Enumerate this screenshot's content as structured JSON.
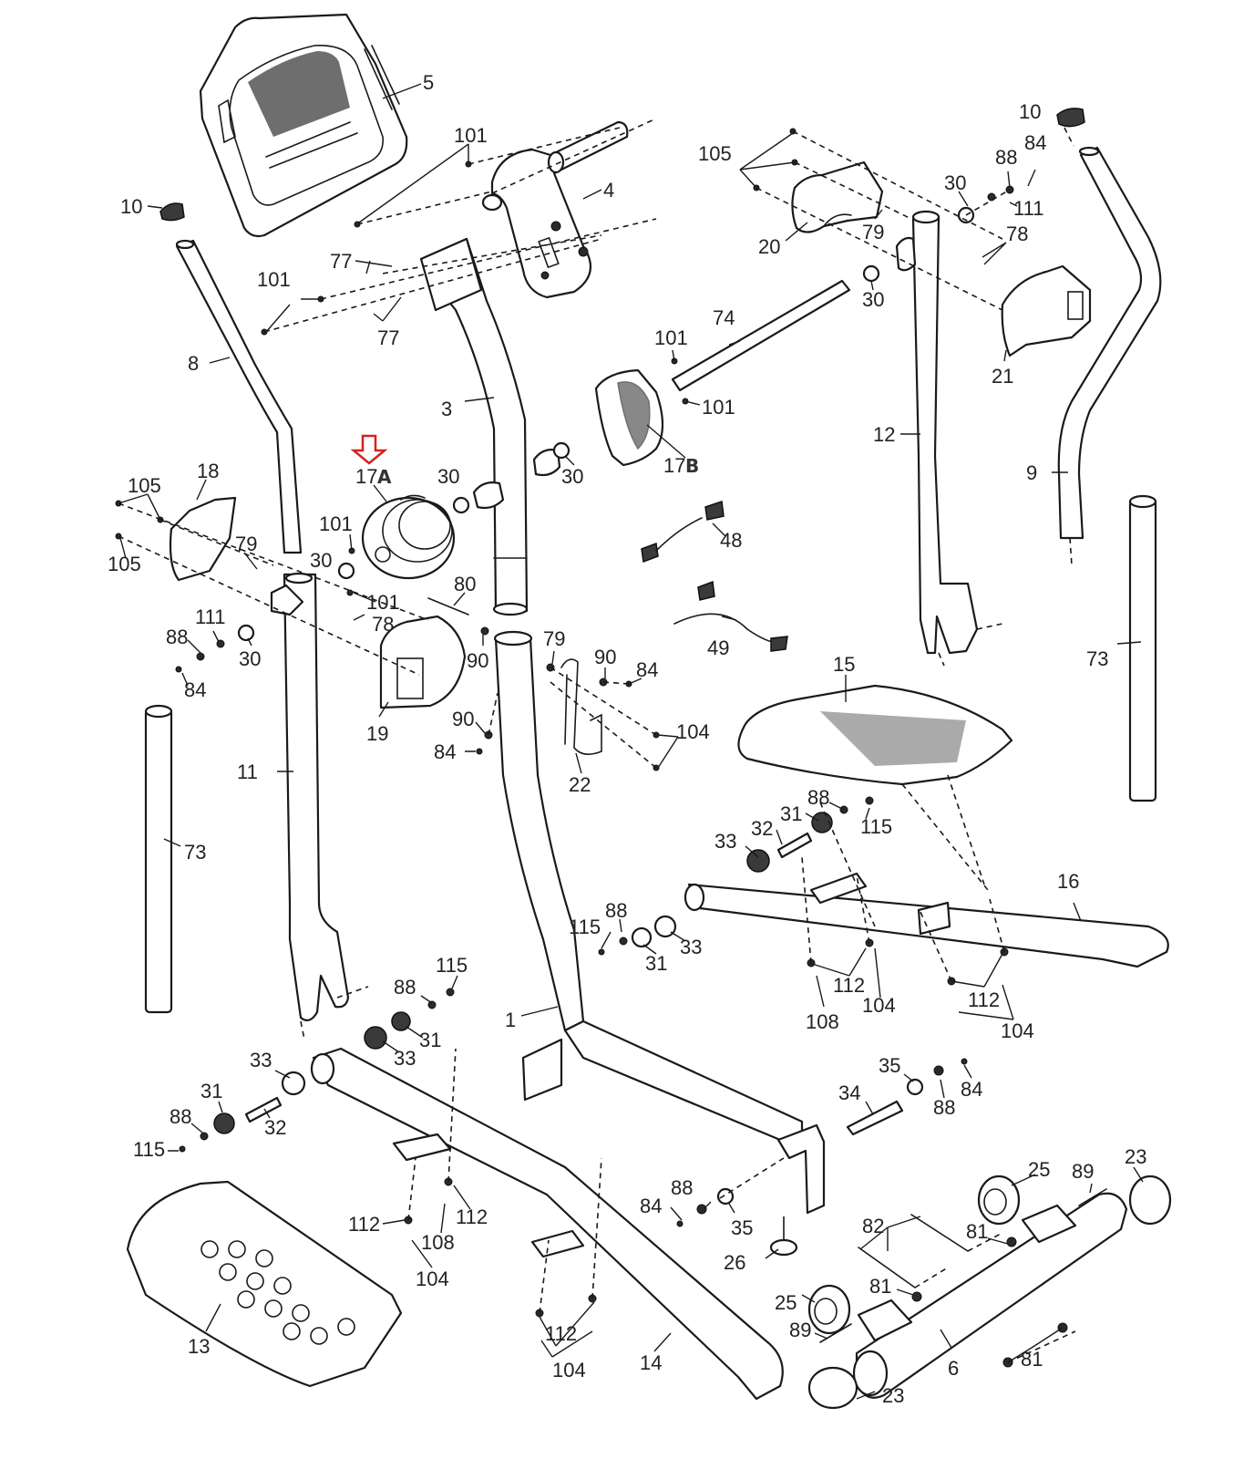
{
  "diagram": {
    "title": "Elliptical trainer exploded parts diagram",
    "highlight": {
      "target_part": "17A",
      "marker": "down-arrow-outline",
      "color": "#d62020"
    },
    "callouts": [
      {
        "id": "c5",
        "text": "5"
      },
      {
        "id": "c101a",
        "text": "101"
      },
      {
        "id": "c4",
        "text": "4"
      },
      {
        "id": "c10a",
        "text": "10"
      },
      {
        "id": "c77a",
        "text": "77"
      },
      {
        "id": "c101b",
        "text": "101"
      },
      {
        "id": "c77b",
        "text": "77"
      },
      {
        "id": "c8",
        "text": "8"
      },
      {
        "id": "c3",
        "text": "3"
      },
      {
        "id": "c105a",
        "text": "105"
      },
      {
        "id": "c20",
        "text": "20"
      },
      {
        "id": "c79a",
        "text": "79"
      },
      {
        "id": "c30a",
        "text": "30"
      },
      {
        "id": "c88a",
        "text": "88"
      },
      {
        "id": "c84a",
        "text": "84"
      },
      {
        "id": "c111a",
        "text": "111"
      },
      {
        "id": "c10b",
        "text": "10"
      },
      {
        "id": "c78a",
        "text": "78"
      },
      {
        "id": "c30b",
        "text": "30"
      },
      {
        "id": "c21",
        "text": "21"
      },
      {
        "id": "c74",
        "text": "74"
      },
      {
        "id": "c101c",
        "text": "101"
      },
      {
        "id": "c101d",
        "text": "101"
      },
      {
        "id": "c17b",
        "text": "17",
        "suffix": "B"
      },
      {
        "id": "c30c",
        "text": "30"
      },
      {
        "id": "c12",
        "text": "12"
      },
      {
        "id": "c9",
        "text": "9"
      },
      {
        "id": "c17a",
        "text": "17",
        "suffix": "A"
      },
      {
        "id": "c30d",
        "text": "30"
      },
      {
        "id": "c18",
        "text": "18"
      },
      {
        "id": "c105b",
        "text": "105"
      },
      {
        "id": "c105c",
        "text": "105"
      },
      {
        "id": "c79b",
        "text": "79"
      },
      {
        "id": "c101e",
        "text": "101"
      },
      {
        "id": "c30e",
        "text": "30"
      },
      {
        "id": "c101f",
        "text": "101"
      },
      {
        "id": "c78b",
        "text": "78"
      },
      {
        "id": "c80",
        "text": "80"
      },
      {
        "id": "c48",
        "text": "48"
      },
      {
        "id": "c49",
        "text": "49"
      },
      {
        "id": "c111b",
        "text": "111"
      },
      {
        "id": "c88b",
        "text": "88"
      },
      {
        "id": "c30f",
        "text": "30"
      },
      {
        "id": "c84b",
        "text": "84"
      },
      {
        "id": "c90a",
        "text": "90"
      },
      {
        "id": "c79c",
        "text": "79"
      },
      {
        "id": "c90b",
        "text": "90"
      },
      {
        "id": "c84c",
        "text": "84"
      },
      {
        "id": "c19",
        "text": "19"
      },
      {
        "id": "c90c",
        "text": "90"
      },
      {
        "id": "c84d",
        "text": "84"
      },
      {
        "id": "c104a",
        "text": "104"
      },
      {
        "id": "c22",
        "text": "22"
      },
      {
        "id": "c15",
        "text": "15"
      },
      {
        "id": "c73a",
        "text": "73"
      },
      {
        "id": "c11",
        "text": "11"
      },
      {
        "id": "c73b",
        "text": "73"
      },
      {
        "id": "c88c",
        "text": "88"
      },
      {
        "id": "c31a",
        "text": "31"
      },
      {
        "id": "c115a",
        "text": "115"
      },
      {
        "id": "c32a",
        "text": "32"
      },
      {
        "id": "c33a",
        "text": "33"
      },
      {
        "id": "c16",
        "text": "16"
      },
      {
        "id": "c115b",
        "text": "115"
      },
      {
        "id": "c88d",
        "text": "88"
      },
      {
        "id": "c33b",
        "text": "33"
      },
      {
        "id": "c31b",
        "text": "31"
      },
      {
        "id": "c112a",
        "text": "112"
      },
      {
        "id": "c108a",
        "text": "108"
      },
      {
        "id": "c104b",
        "text": "104"
      },
      {
        "id": "c112b",
        "text": "112"
      },
      {
        "id": "c104c",
        "text": "104"
      },
      {
        "id": "c115c",
        "text": "115"
      },
      {
        "id": "c88e",
        "text": "88"
      },
      {
        "id": "c31c",
        "text": "31"
      },
      {
        "id": "c33c",
        "text": "33"
      },
      {
        "id": "c1",
        "text": "1"
      },
      {
        "id": "c33d",
        "text": "33"
      },
      {
        "id": "c31d",
        "text": "31"
      },
      {
        "id": "c32b",
        "text": "32"
      },
      {
        "id": "c88f",
        "text": "88"
      },
      {
        "id": "c115d",
        "text": "115"
      },
      {
        "id": "c35a",
        "text": "35"
      },
      {
        "id": "c84e",
        "text": "84"
      },
      {
        "id": "c88g",
        "text": "88"
      },
      {
        "id": "c34",
        "text": "34"
      },
      {
        "id": "c23a",
        "text": "23"
      },
      {
        "id": "c25a",
        "text": "25"
      },
      {
        "id": "c89a",
        "text": "89"
      },
      {
        "id": "c112c",
        "text": "112"
      },
      {
        "id": "c112d",
        "text": "112"
      },
      {
        "id": "c108b",
        "text": "108"
      },
      {
        "id": "c104d",
        "text": "104"
      },
      {
        "id": "c84f",
        "text": "84"
      },
      {
        "id": "c88h",
        "text": "88"
      },
      {
        "id": "c35b",
        "text": "35"
      },
      {
        "id": "c82",
        "text": "82"
      },
      {
        "id": "c81a",
        "text": "81"
      },
      {
        "id": "c26",
        "text": "26"
      },
      {
        "id": "c25b",
        "text": "25"
      },
      {
        "id": "c81b",
        "text": "81"
      },
      {
        "id": "c89b",
        "text": "89"
      },
      {
        "id": "c112e",
        "text": "112"
      },
      {
        "id": "c13",
        "text": "13"
      },
      {
        "id": "c104e",
        "text": "104"
      },
      {
        "id": "c14",
        "text": "14"
      },
      {
        "id": "c6",
        "text": "6"
      },
      {
        "id": "c81c",
        "text": "81"
      },
      {
        "id": "c23b",
        "text": "23"
      }
    ]
  }
}
